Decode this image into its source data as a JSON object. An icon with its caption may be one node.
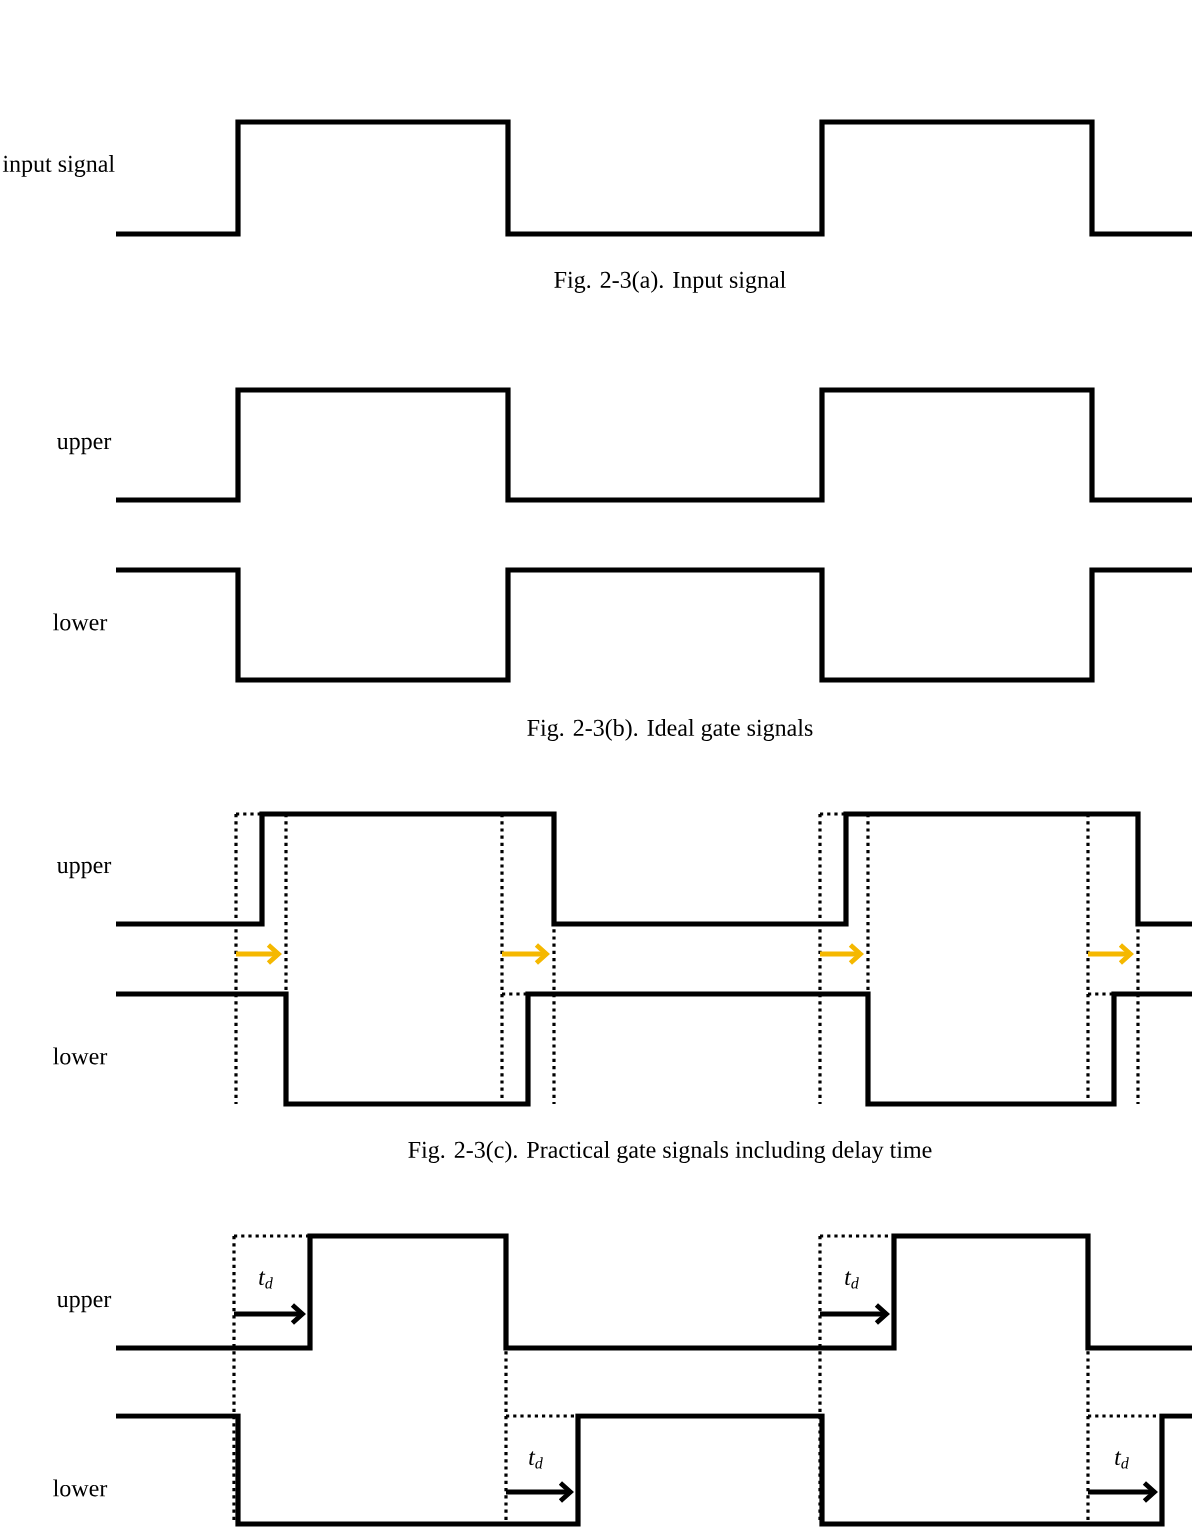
{
  "diagram": {
    "labels": [
      "input signal",
      "Fig. 2-3(a). Input signal",
      "upper",
      "lower",
      "Fig. 2-3(b). Ideal gate signals",
      "upper",
      "lower",
      "Fig. 2-3(c). Practical gate signals including delay time",
      "t$_{d}$",
      "t$_{d}$",
      "upper",
      "t$_{d}$",
      "t$_{d}$",
      "lower"
    ]
  }
}
